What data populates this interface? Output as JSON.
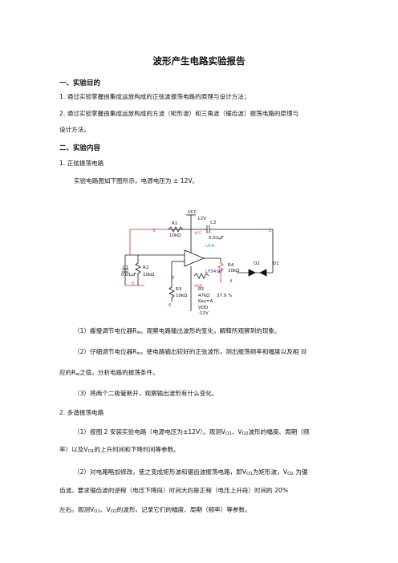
{
  "title": "波形产生电路实验报告",
  "sections": [
    {
      "heading": "一、实验目的",
      "items": [
        "1.  通过实验掌握由集成运放构成的正弦波振荡电路的原理与设计方法；",
        "2.  通过实验掌握由集成运放构成的方波（矩形波）和三角波（锯齿波）振荡电路的原理与",
        "设计方法。"
      ]
    },
    {
      "heading": "二、实验内容",
      "sub1": "1.  正弦振荡电路",
      "intro": "实验电路图如下图所示，电源电压为  ±  12V。",
      "steps": [
        "（1）缓慢调节电位器R",
        "。观察电路输出波形的变化，解释所观察到的现象。",
        "（2）仔细调节电位器R",
        "，使电路输出较好的正弦波形，测出振荡频率和幅度以及相  对",
        "应的R",
        "之值，分析电路的振荡条件。",
        "（3）将两个二极管断开，观察输出波形有什么变化。"
      ],
      "sub_w": "w",
      "sub2": "2.  多谐振荡电路",
      "multi": [
        "（1）按图  2  安装实验电路（电源电压为±12V）。观测V",
        "、V",
        "波形的幅度、周期（频",
        "率）以及V",
        "的上升时间和下降时间等参数。",
        "（2）对电路略加修改，使之变成矩形波和锯齿波振荡电路，即V",
        "为矩形波，V",
        "  为锯",
        "齿波。要求锯齿波的逆程（电压下降段）时间大约是正程（电压上升段）时间的  20%",
        "左右。观测V",
        "、V",
        "的波形，记录它们的幅度、周期（频率）等参数。"
      ],
      "sub_o1": "O1",
      "sub_o2": "O2"
    }
  ],
  "circuit": {
    "vcc": "VCC",
    "v12": "12V",
    "r1": "R1",
    "r1v": "10kΩ",
    "c2": "C2",
    "c2v": "0.01μF",
    "u1a": "U1A",
    "part": "LF347N",
    "r4": "R4",
    "r4v": "10kΩ",
    "d2": "D2",
    "d1": "D1",
    "c1": "C1",
    "c1v": "0.01μF",
    "r2": "R2",
    "r2v": "10kΩ",
    "r3": "R3",
    "r3v": "10kΩ",
    "r5": "R5",
    "r5v": "47kΩ",
    "key": "Key=A",
    "pct": "37.9 %",
    "vdd": "VDD",
    "vneg": "-12V",
    "n3": "3",
    "n1": "1",
    "n0": "0",
    "n5": "5",
    "n6": "6",
    "n4": "4",
    "vcc_small": "VCC",
    "vdd_small": "VDD"
  }
}
